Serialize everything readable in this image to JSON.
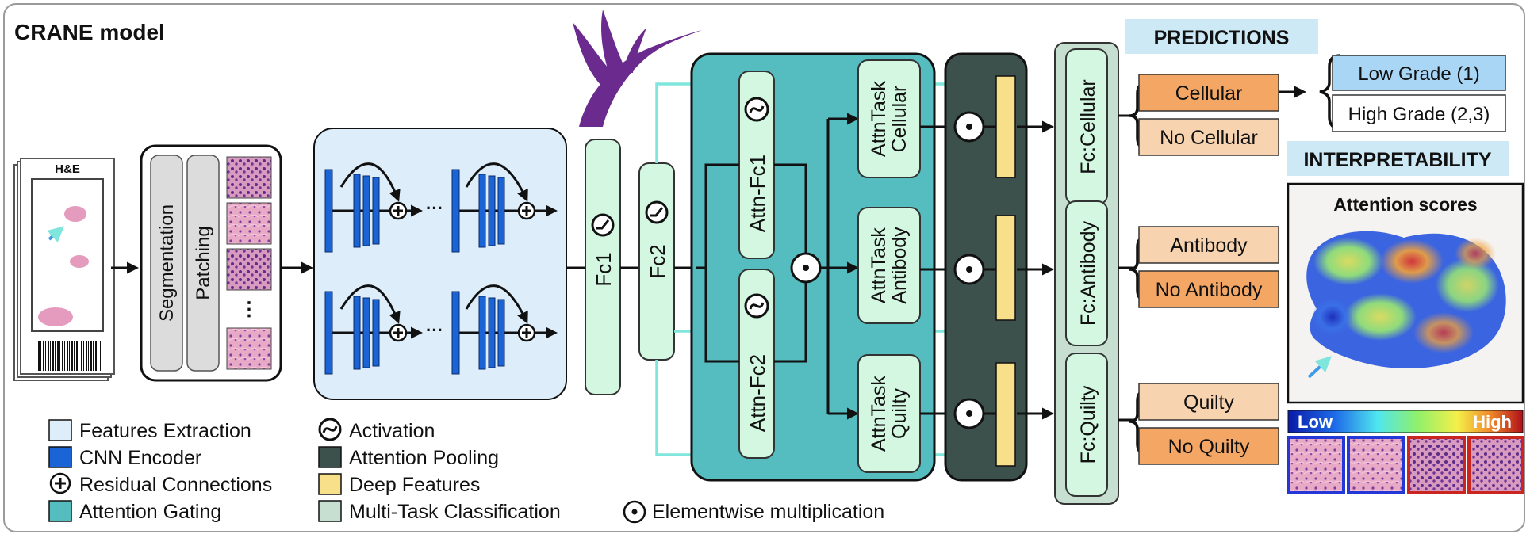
{
  "title": "CRANE model",
  "slide": {
    "label": "H&E"
  },
  "preprocess": {
    "segmentation": "Segmentation",
    "patching": "Patching",
    "dots": "⋮"
  },
  "encoder": {
    "dots": "···"
  },
  "layers": {
    "fc1": "Fc1",
    "fc2": "Fc2",
    "attn_fc1": "Attn-Fc1",
    "attn_fc2": "Attn-Fc2",
    "attn_task_cellular": [
      "AttnTask",
      "Cellular"
    ],
    "attn_task_antibody": [
      "AttnTask",
      "Antibody"
    ],
    "attn_task_quilty": [
      "AttnTask",
      "Quilty"
    ],
    "fc_cellular": "Fc:Cellular",
    "fc_antibody": "Fc:Antibody",
    "fc_quilty": "Fc:Quilty"
  },
  "predictions": {
    "header": "PREDICTIONS",
    "cellular": "Cellular",
    "no_cellular": "No Cellular",
    "low_grade": "Low Grade (1)",
    "high_grade": "High Grade (2,3)",
    "antibody": "Antibody",
    "no_antibody": "No Antibody",
    "quilty": "Quilty",
    "no_quilty": "No Quilty"
  },
  "interpretability": {
    "header": "INTERPRETABILITY",
    "attention_title": "Attention scores",
    "low": "Low",
    "high": "High"
  },
  "legend": {
    "features_extraction": "Features Extraction",
    "cnn_encoder": "CNN Encoder",
    "residual": "Residual Connections",
    "attention_gating": "Attention Gating",
    "activation": "Activation",
    "attention_pooling": "Attention Pooling",
    "deep_features": "Deep Features",
    "multitask": "Multi-Task Classification",
    "elementwise": "Elementwise multiplication"
  },
  "colors": {
    "features_extraction": "#ddeefa",
    "cnn_encoder": "#1a64d6",
    "attention_gating": "#55bcc0",
    "attention_pooling": "#3c514c",
    "deep_features": "#f8e08a",
    "multitask": "#c7dfd0",
    "fc_green": "#d3f7e1",
    "skip_cyan": "#7ee6dc",
    "pred_dark": "#f4a765",
    "pred_light": "#f8d3b0",
    "grade_blue": "#a9d6f5",
    "header_blue": "#cde9f6",
    "crane_purple": "#6a2a8e"
  }
}
